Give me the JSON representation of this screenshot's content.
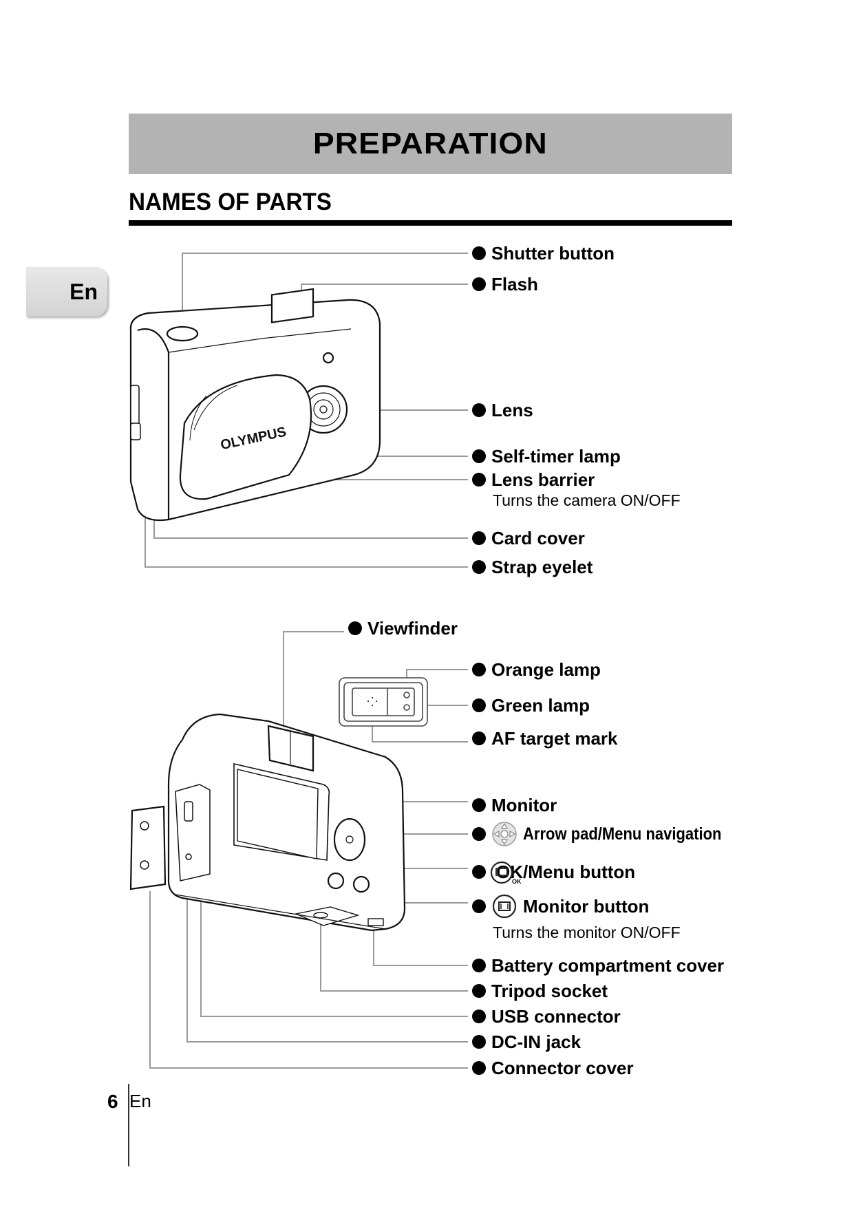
{
  "header": {
    "title": "PREPARATION"
  },
  "section": {
    "title": "NAMES OF PARTS"
  },
  "language_tab": {
    "label": "En"
  },
  "front_view": {
    "labels": [
      {
        "text": "Shutter button"
      },
      {
        "text": "Flash"
      },
      {
        "text": "Lens"
      },
      {
        "text": "Self-timer lamp"
      },
      {
        "text": "Lens barrier",
        "description": "Turns the camera ON/OFF"
      },
      {
        "text": "Card cover"
      },
      {
        "text": "Strap eyelet"
      }
    ],
    "brand": "OLYMPUS"
  },
  "back_view": {
    "labels": [
      {
        "text": "Viewfinder"
      },
      {
        "text": "Orange lamp"
      },
      {
        "text": "Green lamp"
      },
      {
        "text": "AF target mark"
      },
      {
        "text": "Monitor"
      },
      {
        "text": "Arrow pad/Menu navigation",
        "icon": "arrow-pad-icon"
      },
      {
        "text": "OK/Menu button",
        "icon": "ok-menu-icon"
      },
      {
        "text": "Monitor button",
        "icon": "monitor-button-icon",
        "description": "Turns the monitor ON/OFF"
      },
      {
        "text": "Battery compartment cover"
      },
      {
        "text": "Tripod socket"
      },
      {
        "text": "USB connector"
      },
      {
        "text": "DC-IN jack"
      },
      {
        "text": "Connector cover"
      }
    ],
    "ok_icon_caption": "OK"
  },
  "footer": {
    "page_number": "6",
    "language": "En"
  }
}
